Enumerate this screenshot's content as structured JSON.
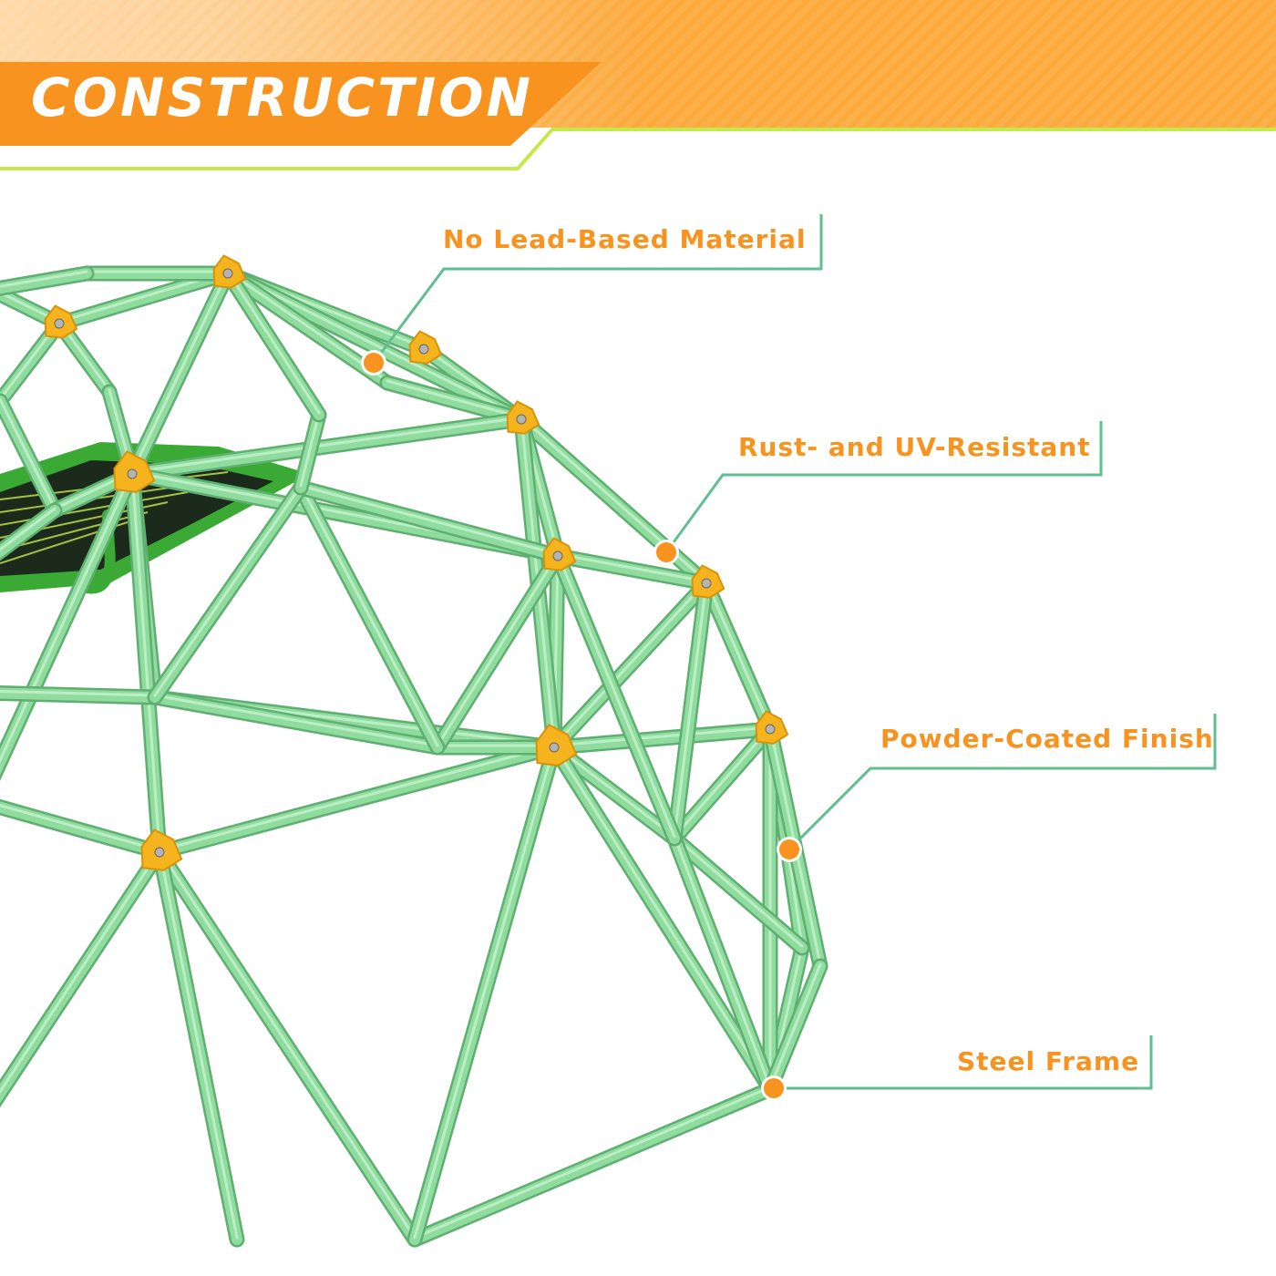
{
  "header": {
    "title": "CONSTRUCTION"
  },
  "features": [
    {
      "id": "lead",
      "label": "No Lead-Based Material"
    },
    {
      "id": "rust",
      "label": "Rust- and UV-Resistant"
    },
    {
      "id": "powder",
      "label": "Powder-Coated Finish"
    },
    {
      "id": "steel",
      "label": "Steel Frame"
    }
  ],
  "colors": {
    "accent_orange": "#f7931e",
    "header_orange_light": "#fbb04a",
    "lime_accent": "#c6e94a",
    "callout_line": "#5fbf8f",
    "frame_green": "#8fdc9e",
    "frame_green_dark": "#5fae72",
    "hub_yellow": "#f5b41d",
    "net_green": "#3aaa35",
    "text_on_header": "#ffffff"
  },
  "icons": {
    "marker": "orange-dot-marker-icon",
    "hub": "climbing-hold-icon"
  }
}
